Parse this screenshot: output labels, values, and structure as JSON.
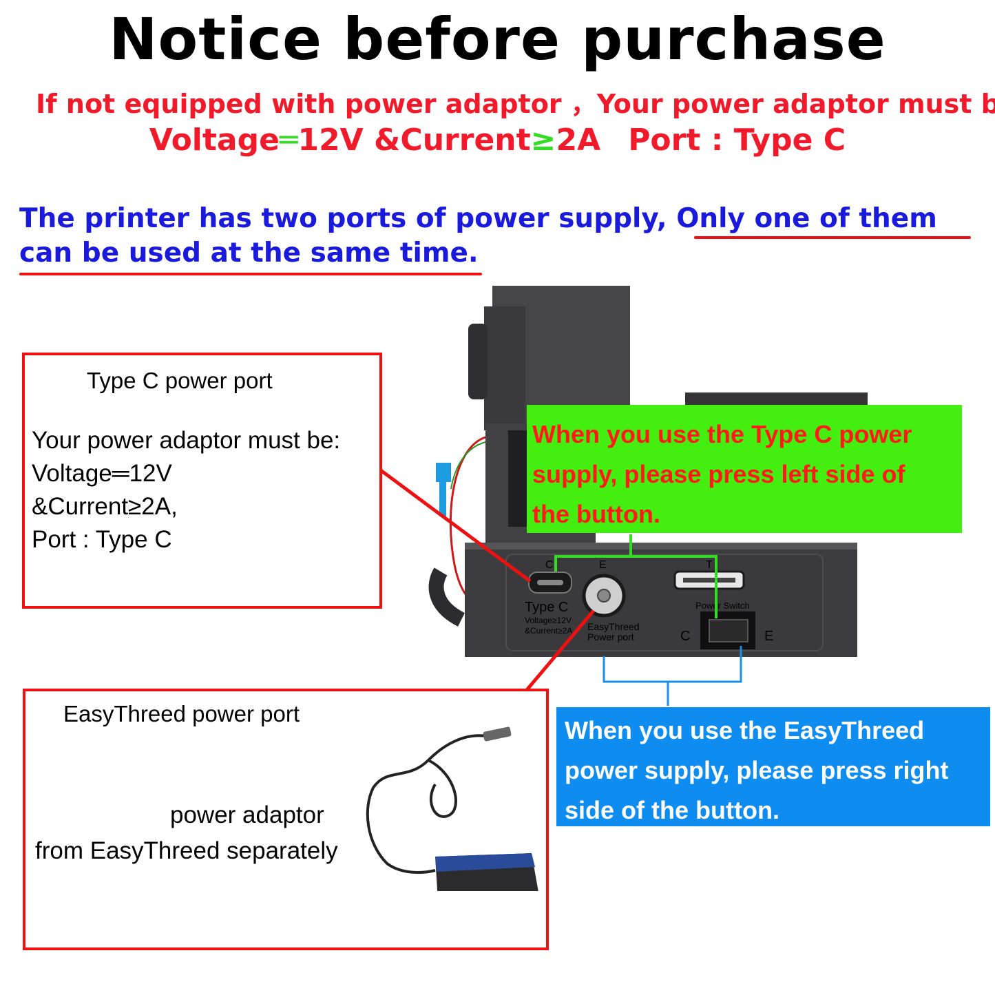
{
  "header": {
    "title": "Notice before purchase",
    "requirement_line1": "If not equipped with power adaptor ，Your power adaptor must be:",
    "requirement_line2": {
      "voltage_label": "Voltage",
      "eq_symbol": "═",
      "voltage_value": "12V &Current",
      "ge_symbol": "≥",
      "current_value": "2A",
      "port_text": "Port : Type C"
    }
  },
  "info": {
    "line1_plain": "The printer has two ports of power supply, ",
    "line1_underlined": "Only one of them",
    "line2_underlined": "can be used at the same time."
  },
  "typec_box": {
    "title": "Type C power port",
    "lines": [
      "Your power adaptor must be:",
      "Voltage═12V",
      "&Current≥2A,",
      "Port : Type C"
    ]
  },
  "easythreed_box": {
    "title": "EasyThreed power port",
    "caption_line1": "power adaptor",
    "caption_line2": "from EasyThreed separately"
  },
  "green_callout": {
    "lines": [
      "When you use the Type C power",
      "supply, please press left side of",
      "the button."
    ]
  },
  "blue_callout": {
    "lines": [
      "When you use the EasyThreed",
      "power supply, please press right",
      "side of the button."
    ]
  },
  "printer_panel": {
    "typec_label": "Type C",
    "typec_spec1": "Voltage≥12V",
    "typec_spec2": "&Current≥2A",
    "easythreed_label1": "EasyThreed",
    "easythreed_label2": "Power port",
    "switch_label": "Power Switch",
    "switch_left": "C",
    "switch_right": "E",
    "port_letter_c": "C",
    "port_letter_e": "E",
    "port_letter_t": "T"
  },
  "colors": {
    "accent_red": "#ee1111",
    "info_blue": "#1a1add",
    "callout_green": "#44ee11",
    "callout_blue": "#0e8cf0",
    "printer_body": "#3f3f41"
  }
}
